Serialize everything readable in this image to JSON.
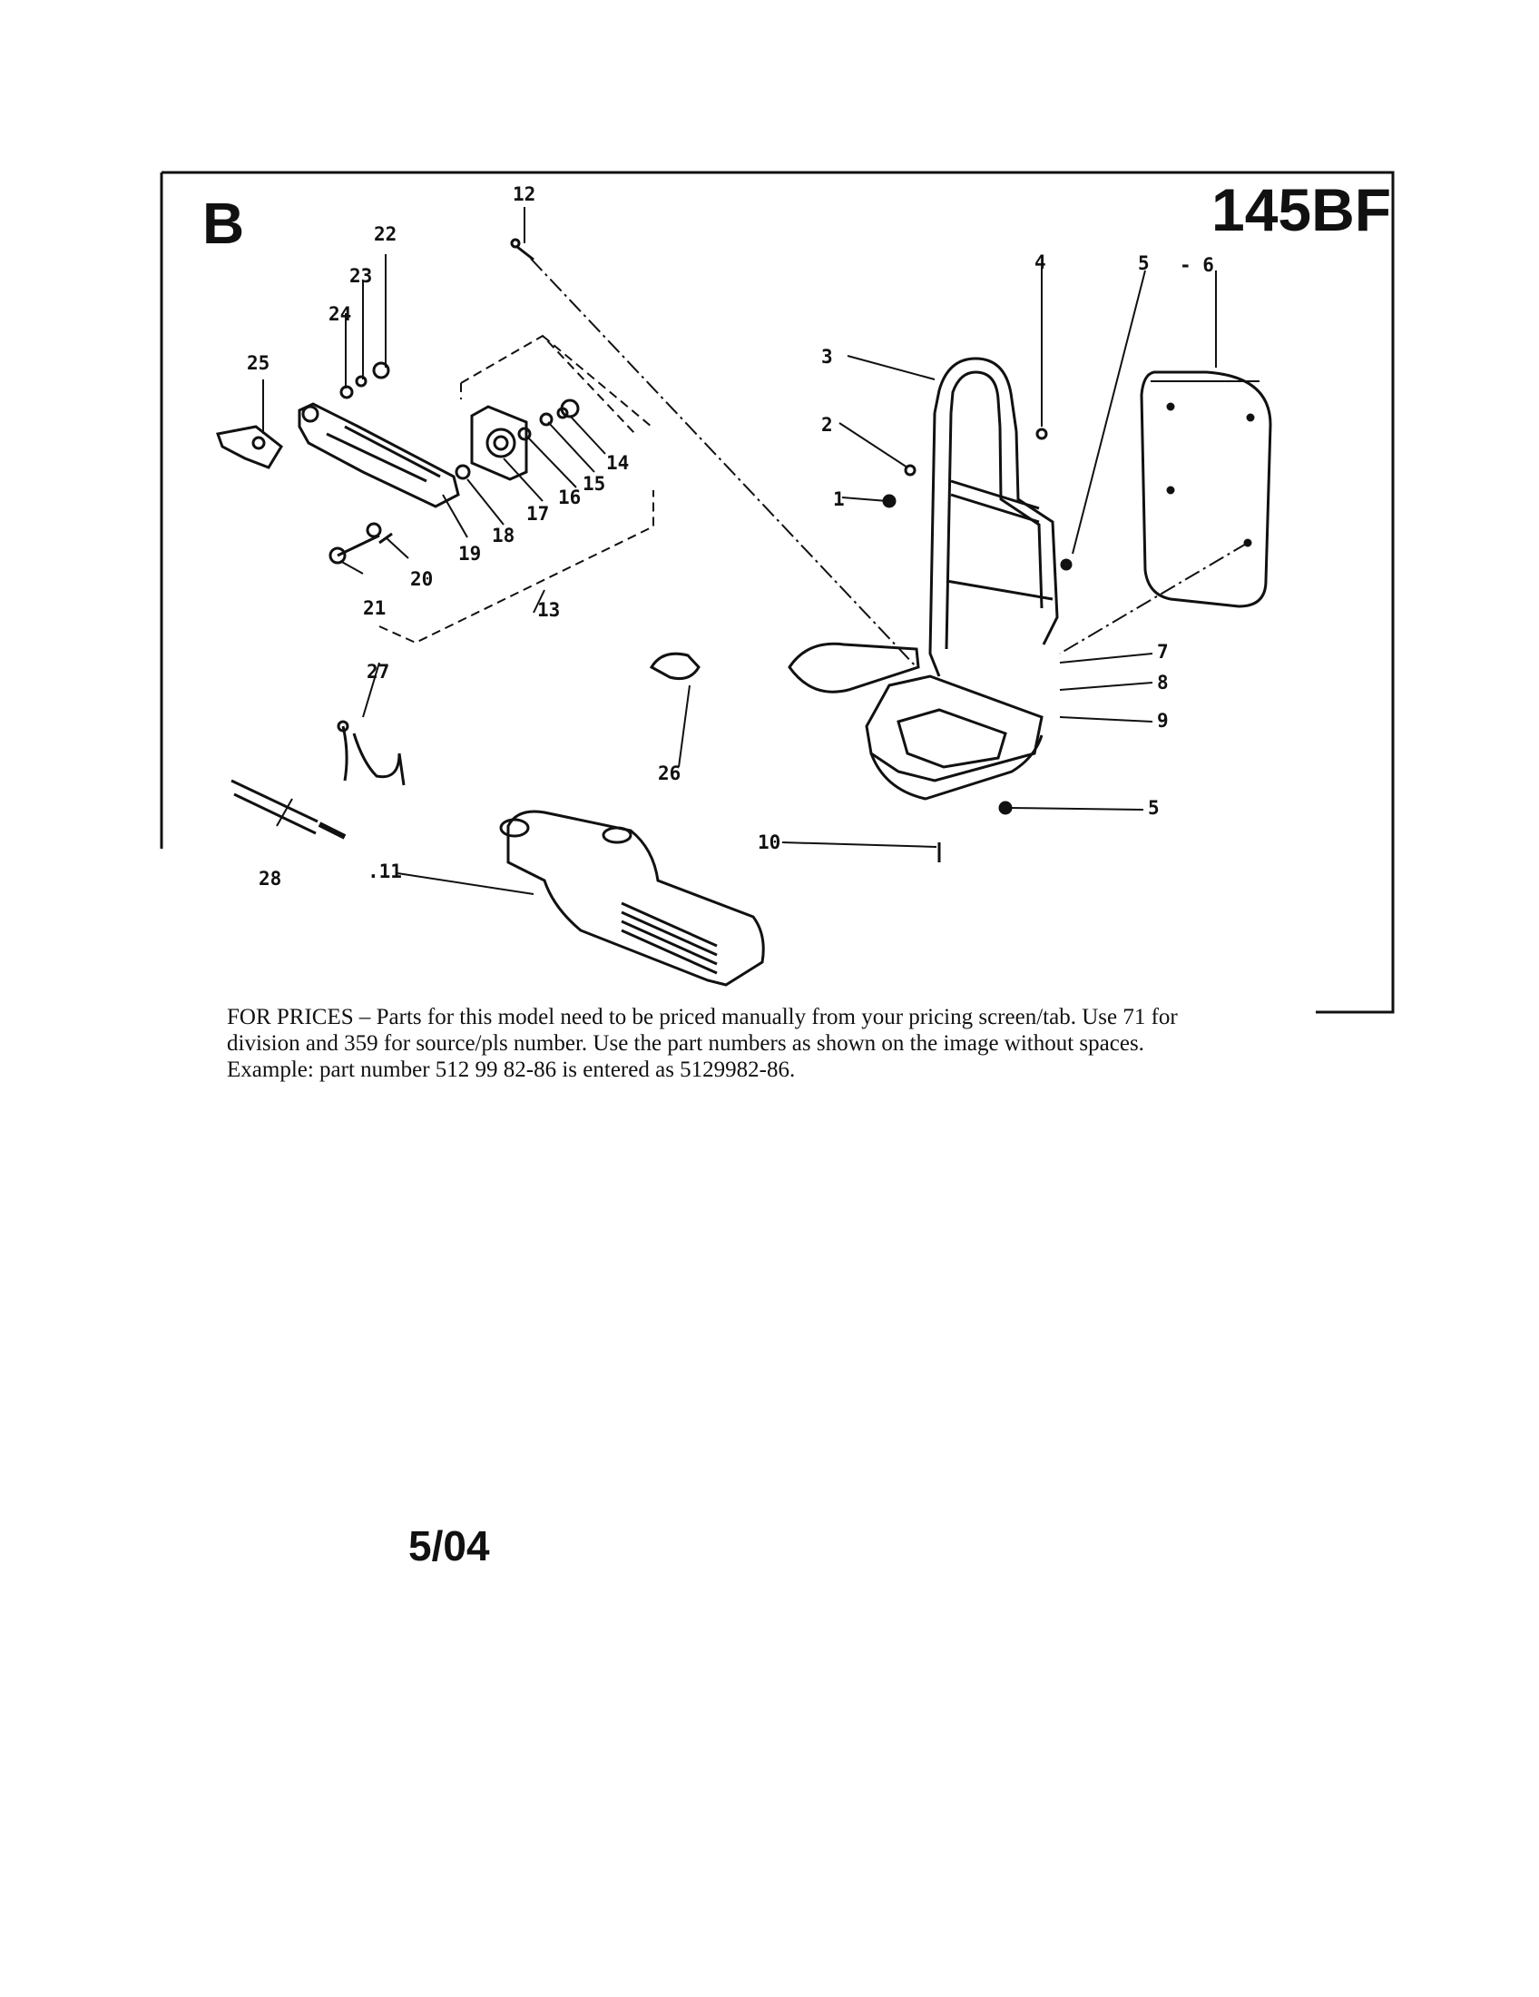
{
  "header": {
    "section": "B",
    "model": "145BF"
  },
  "parts": [
    {
      "id": "p1",
      "label": "1"
    },
    {
      "id": "p2",
      "label": "2"
    },
    {
      "id": "p3",
      "label": "3"
    },
    {
      "id": "p4",
      "label": "4"
    },
    {
      "id": "p5a",
      "label": "5"
    },
    {
      "id": "p6",
      "label": "- 6"
    },
    {
      "id": "p5b",
      "label": "5"
    },
    {
      "id": "p7",
      "label": "7"
    },
    {
      "id": "p8",
      "label": "8"
    },
    {
      "id": "p9",
      "label": "9"
    },
    {
      "id": "p10",
      "label": "10"
    },
    {
      "id": "p11",
      "label": ".11"
    },
    {
      "id": "p12",
      "label": "12"
    },
    {
      "id": "p13",
      "label": "13"
    },
    {
      "id": "p14",
      "label": "14"
    },
    {
      "id": "p15",
      "label": "15"
    },
    {
      "id": "p16",
      "label": "16"
    },
    {
      "id": "p17",
      "label": "17"
    },
    {
      "id": "p18",
      "label": "18"
    },
    {
      "id": "p19",
      "label": "19"
    },
    {
      "id": "p20",
      "label": "20"
    },
    {
      "id": "p21",
      "label": "21"
    },
    {
      "id": "p22",
      "label": "22"
    },
    {
      "id": "p23",
      "label": "23"
    },
    {
      "id": "p24",
      "label": "24"
    },
    {
      "id": "p25",
      "label": "25"
    },
    {
      "id": "p26",
      "label": "26"
    },
    {
      "id": "p27",
      "label": "27"
    },
    {
      "id": "p28",
      "label": "28"
    }
  ],
  "note": {
    "line1": "FOR PRICES – Parts for this model need to be priced manually from your pricing screen/tab.  Use 71 for",
    "line2": "division and 359 for source/pls number.  Use the part numbers as shown on the image without spaces.",
    "line3": "Example: part number 512 99 82-86 is entered as 5129982-86."
  },
  "footer": {
    "date": "5/04"
  }
}
